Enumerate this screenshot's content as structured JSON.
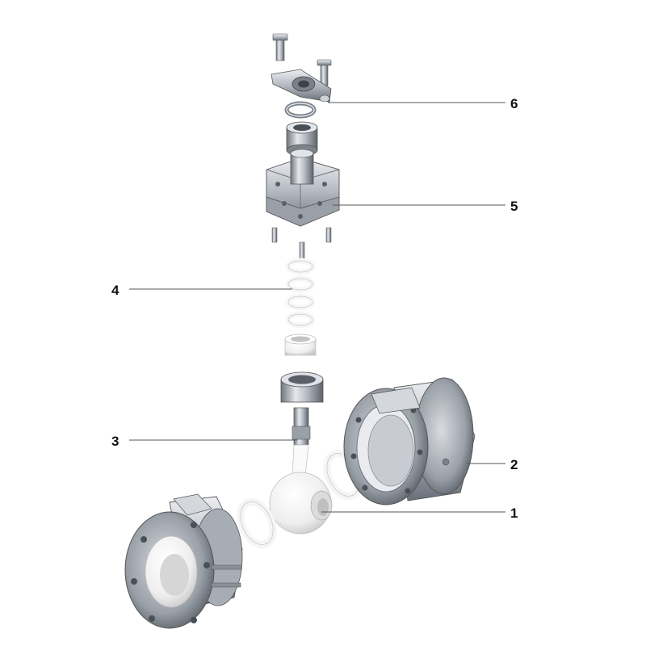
{
  "colors": {
    "metal_light": "#e6e8ec",
    "metal_mid": "#b9bec6",
    "metal_dark": "#6f757e",
    "ptfe": "#fbfbfb",
    "line": "#555555",
    "text": "#111111"
  },
  "callouts": [
    {
      "number": "1"
    },
    {
      "number": "2"
    },
    {
      "number": "3"
    },
    {
      "number": "4"
    },
    {
      "number": "5"
    },
    {
      "number": "6"
    }
  ]
}
